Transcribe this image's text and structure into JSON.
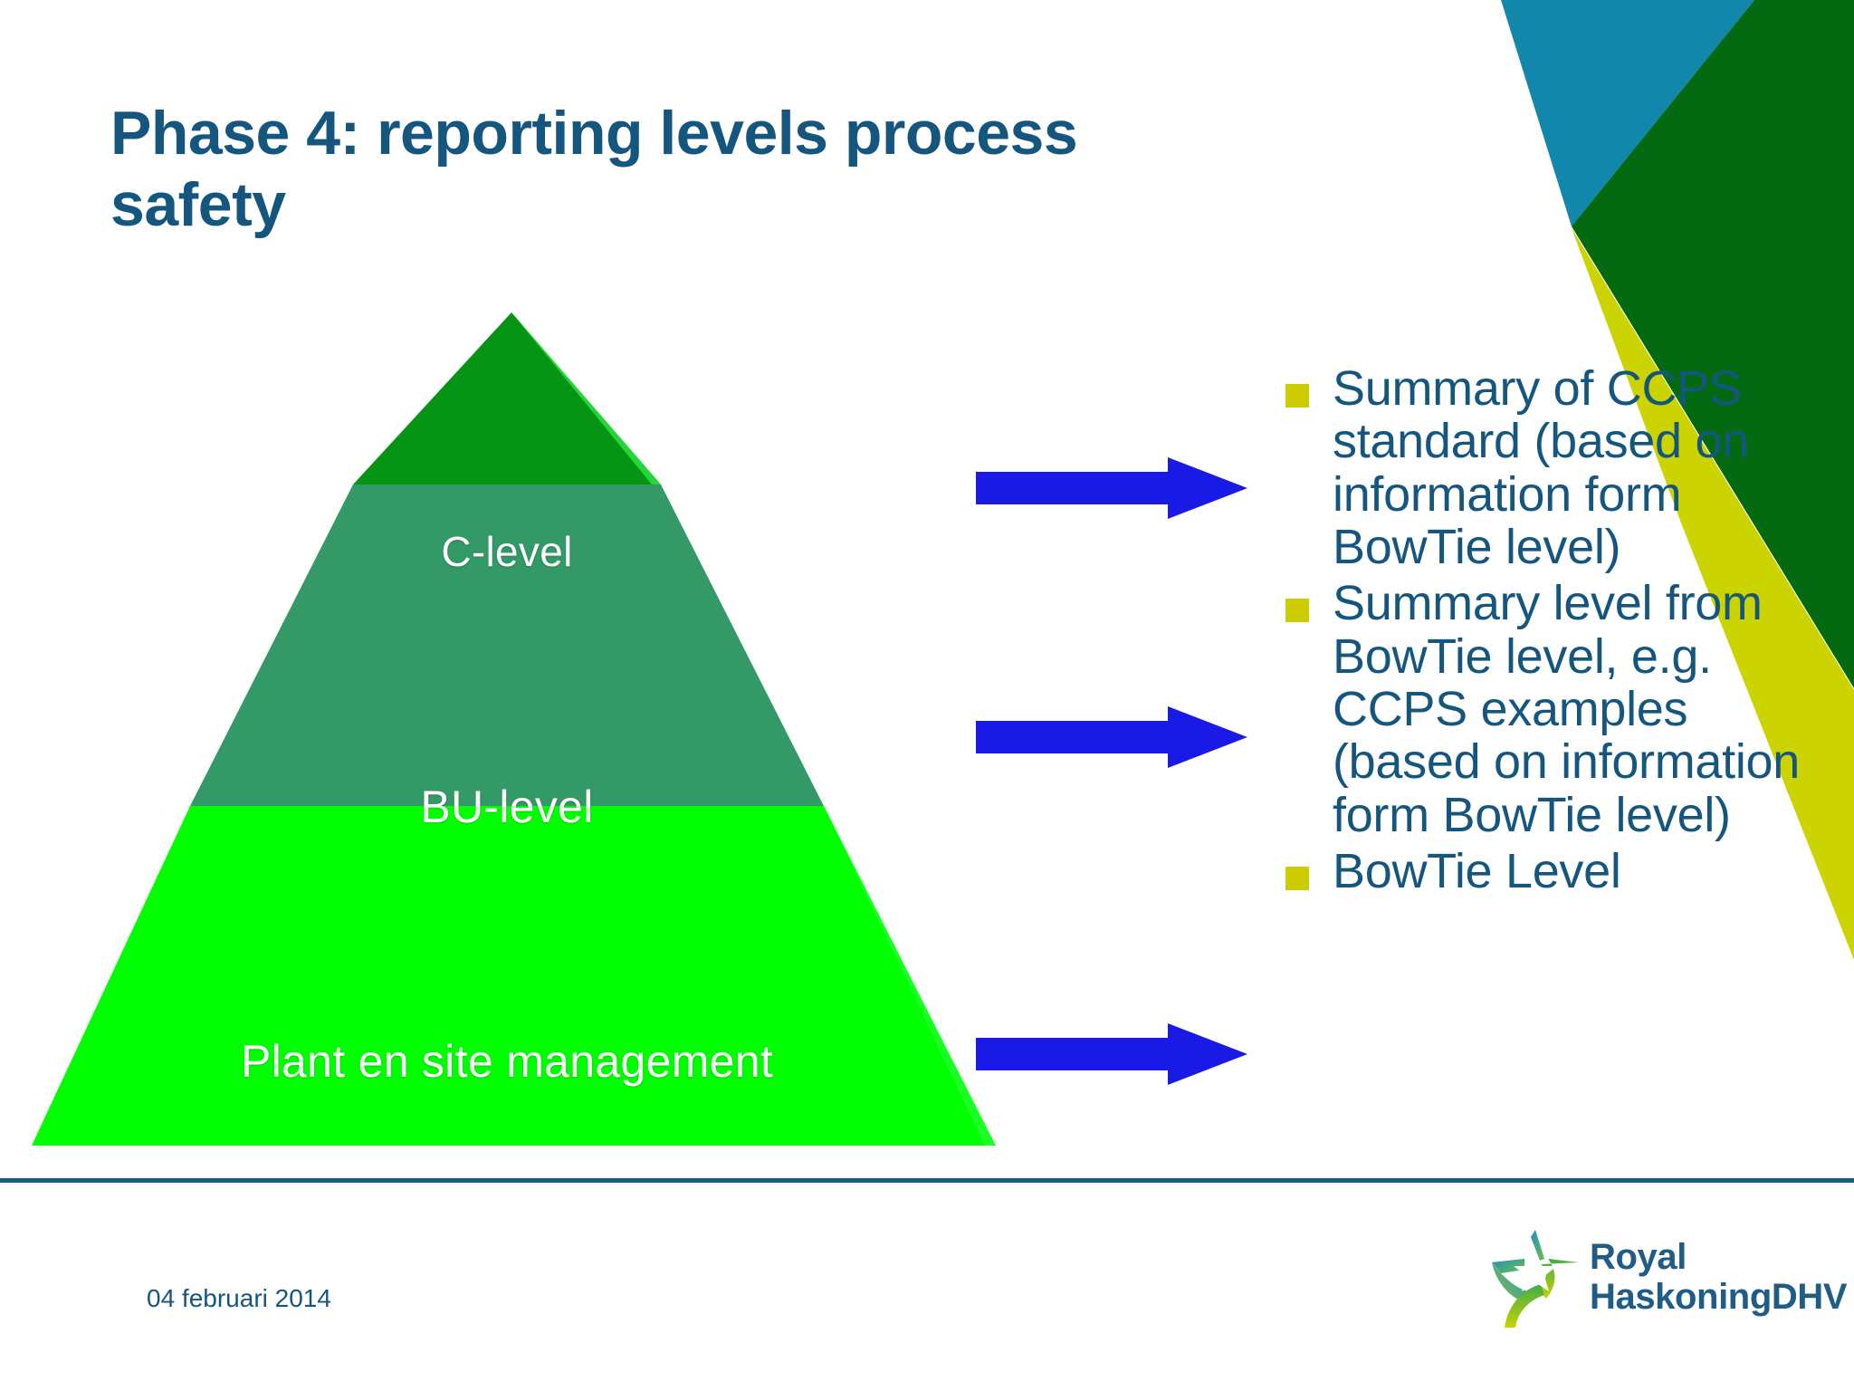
{
  "slide": {
    "title_line1": "Phase 4: reporting levels process",
    "title_line2": "safety",
    "title_full": "Phase 4: reporting levels process safety"
  },
  "pyramid": {
    "tiers": [
      {
        "label": "C-level",
        "color": "#069414"
      },
      {
        "label": "BU-level",
        "color": "#339966"
      },
      {
        "label": "Plant en site management",
        "color": "#00FF00"
      }
    ]
  },
  "arrows": {
    "count": 3,
    "color": "#1A1AE6",
    "icon": "arrow-right-icon"
  },
  "bullets": {
    "marker_color": "#CCCC00",
    "text_color": "#15567F",
    "items": [
      "Summary of CCPS standard (based on information form BowTie level)",
      "Summary level from BowTie level, e.g. CCPS examples (based on information form BowTie level)",
      "BowTie Level"
    ]
  },
  "decoration": {
    "teal": "#1287AC",
    "dark_green": "#046A12",
    "yellow_green": "#CCD400"
  },
  "footer": {
    "date": "04 februari 2014",
    "divider_color": "#16607F",
    "logo": {
      "line1": "Royal",
      "line2": "HaskoningDHV",
      "star_icon": "star-swoosh-icon"
    }
  }
}
